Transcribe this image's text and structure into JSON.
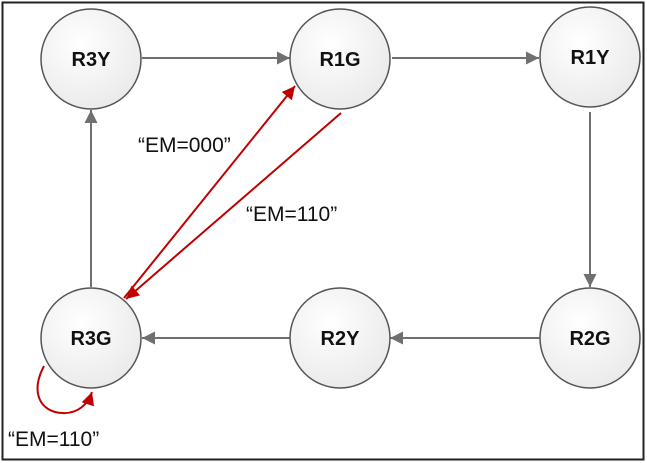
{
  "diagram": {
    "type": "state-transition",
    "nodes": [
      {
        "id": "R3Y",
        "label": "R3Y"
      },
      {
        "id": "R1G",
        "label": "R1G"
      },
      {
        "id": "R1Y",
        "label": "R1Y"
      },
      {
        "id": "R2G",
        "label": "R2G"
      },
      {
        "id": "R2Y",
        "label": "R2Y"
      },
      {
        "id": "R3G",
        "label": "R3G"
      }
    ],
    "edges": [
      {
        "from": "R3Y",
        "to": "R1G",
        "label": "",
        "color": "#707070"
      },
      {
        "from": "R1G",
        "to": "R1Y",
        "label": "",
        "color": "#707070"
      },
      {
        "from": "R1Y",
        "to": "R2G",
        "label": "",
        "color": "#707070"
      },
      {
        "from": "R2G",
        "to": "R2Y",
        "label": "",
        "color": "#707070"
      },
      {
        "from": "R2Y",
        "to": "R3G",
        "label": "",
        "color": "#707070"
      },
      {
        "from": "R3G",
        "to": "R3Y",
        "label": "",
        "color": "#707070"
      },
      {
        "from": "R3G",
        "to": "R1G",
        "label": "“EM=000”",
        "color": "#c00000"
      },
      {
        "from": "R1G",
        "to": "R3G",
        "label": "“EM=110”",
        "color": "#c00000"
      },
      {
        "from": "R3G",
        "to": "R3G",
        "label": "“EM=110”",
        "color": "#c00000"
      }
    ],
    "colors": {
      "node_fill": "#f2f2f2",
      "node_stroke": "#555555",
      "normal_edge": "#707070",
      "emergency_edge": "#c00000",
      "frame": "#222222"
    }
  }
}
